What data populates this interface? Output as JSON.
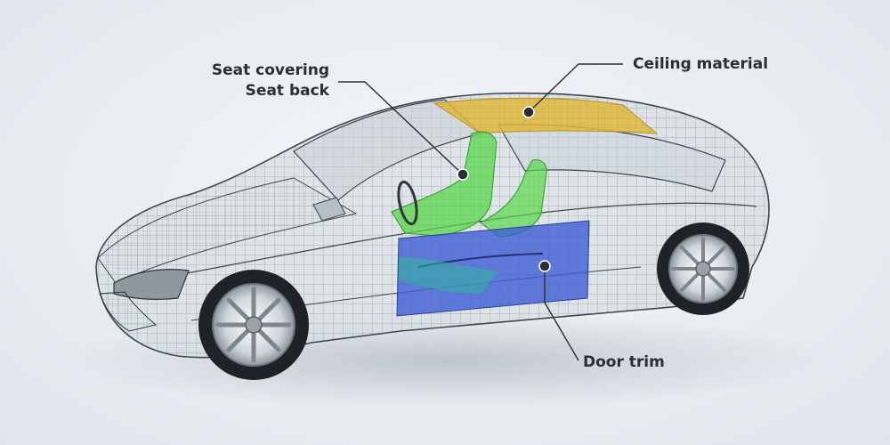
{
  "callouts": {
    "seat_covering": "Seat covering",
    "seat_back": "Seat back",
    "ceiling": "Ceiling material",
    "door_trim": "Door trim"
  },
  "colors": {
    "ceiling": "#e0b93a",
    "seat": "#58d84a",
    "door": "#3b5bd6",
    "background": "#e9eef3",
    "leader": "#2b2e33"
  }
}
